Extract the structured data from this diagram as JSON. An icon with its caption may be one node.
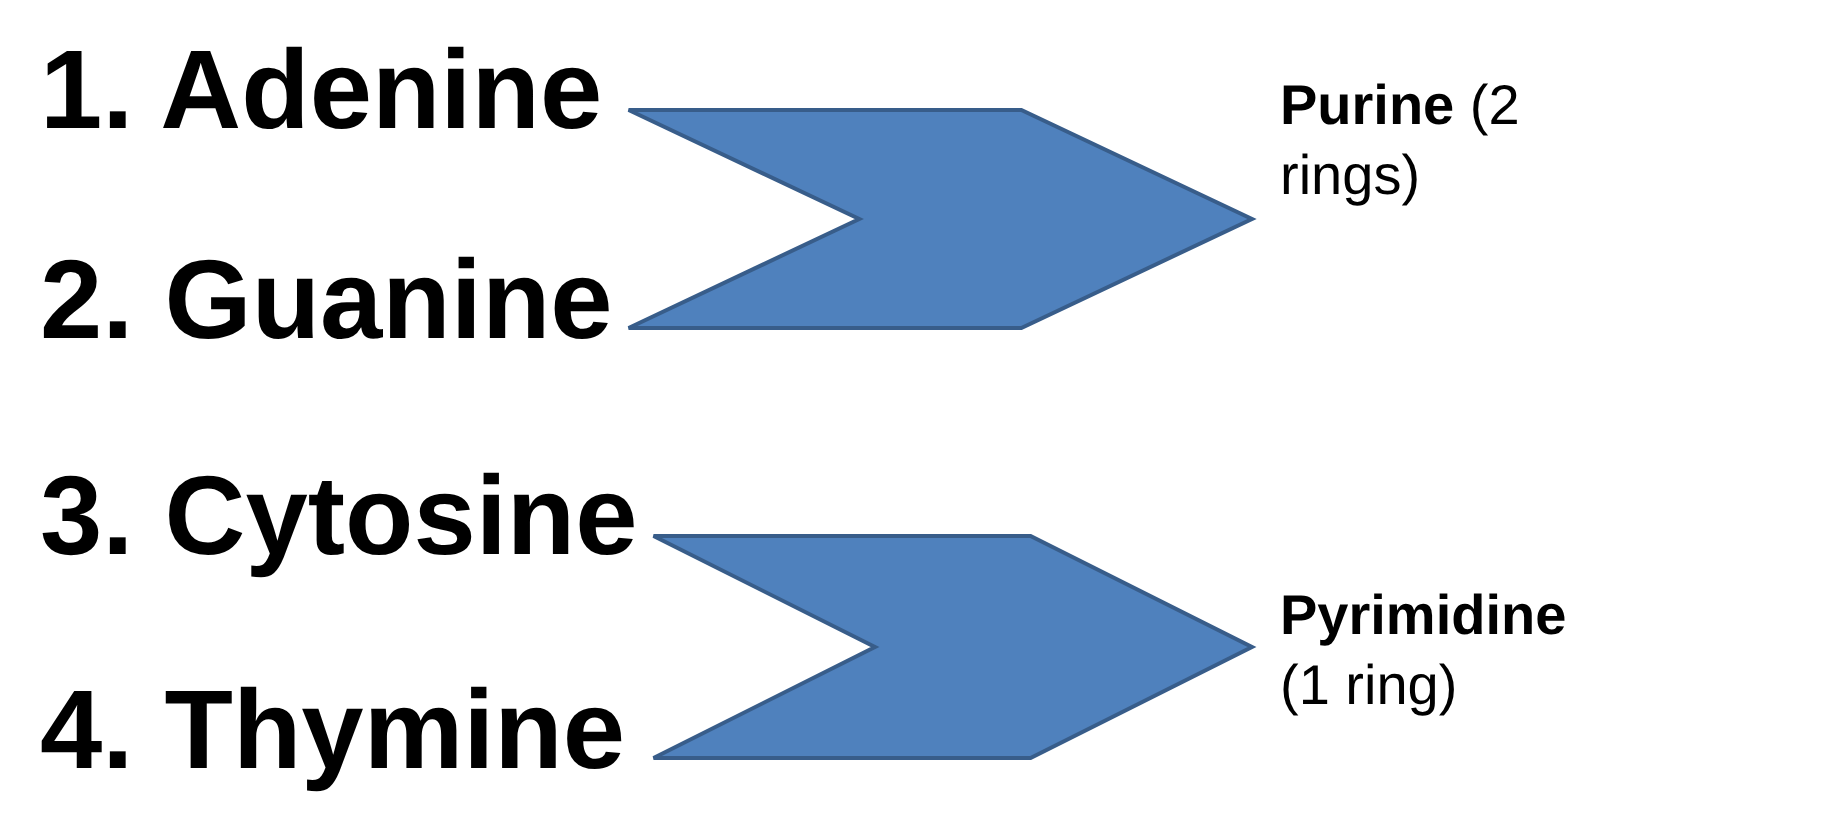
{
  "diagram": {
    "nodes": [
      {
        "text": [
          "1. Adenine"
        ]
      },
      {
        "text": [
          "2. Guanine"
        ]
      },
      {
        "text": [
          "3. Cytosine"
        ]
      },
      {
        "text": [
          "4. Thymine"
        ]
      },
      {
        "text": [
          "**Purine** (2 rings)"
        ]
      },
      {
        "text": [
          "**Pyrimidine** (1 ring)"
        ]
      }
    ],
    "edges": [
      {
        "from": 0,
        "to": 4,
        "arrow": "to"
      },
      {
        "from": 1,
        "to": 4,
        "arrow": "to"
      },
      {
        "from": 2,
        "to": 5,
        "arrow": "to"
      },
      {
        "from": 3,
        "to": 5,
        "arrow": "to"
      }
    ]
  }
}
